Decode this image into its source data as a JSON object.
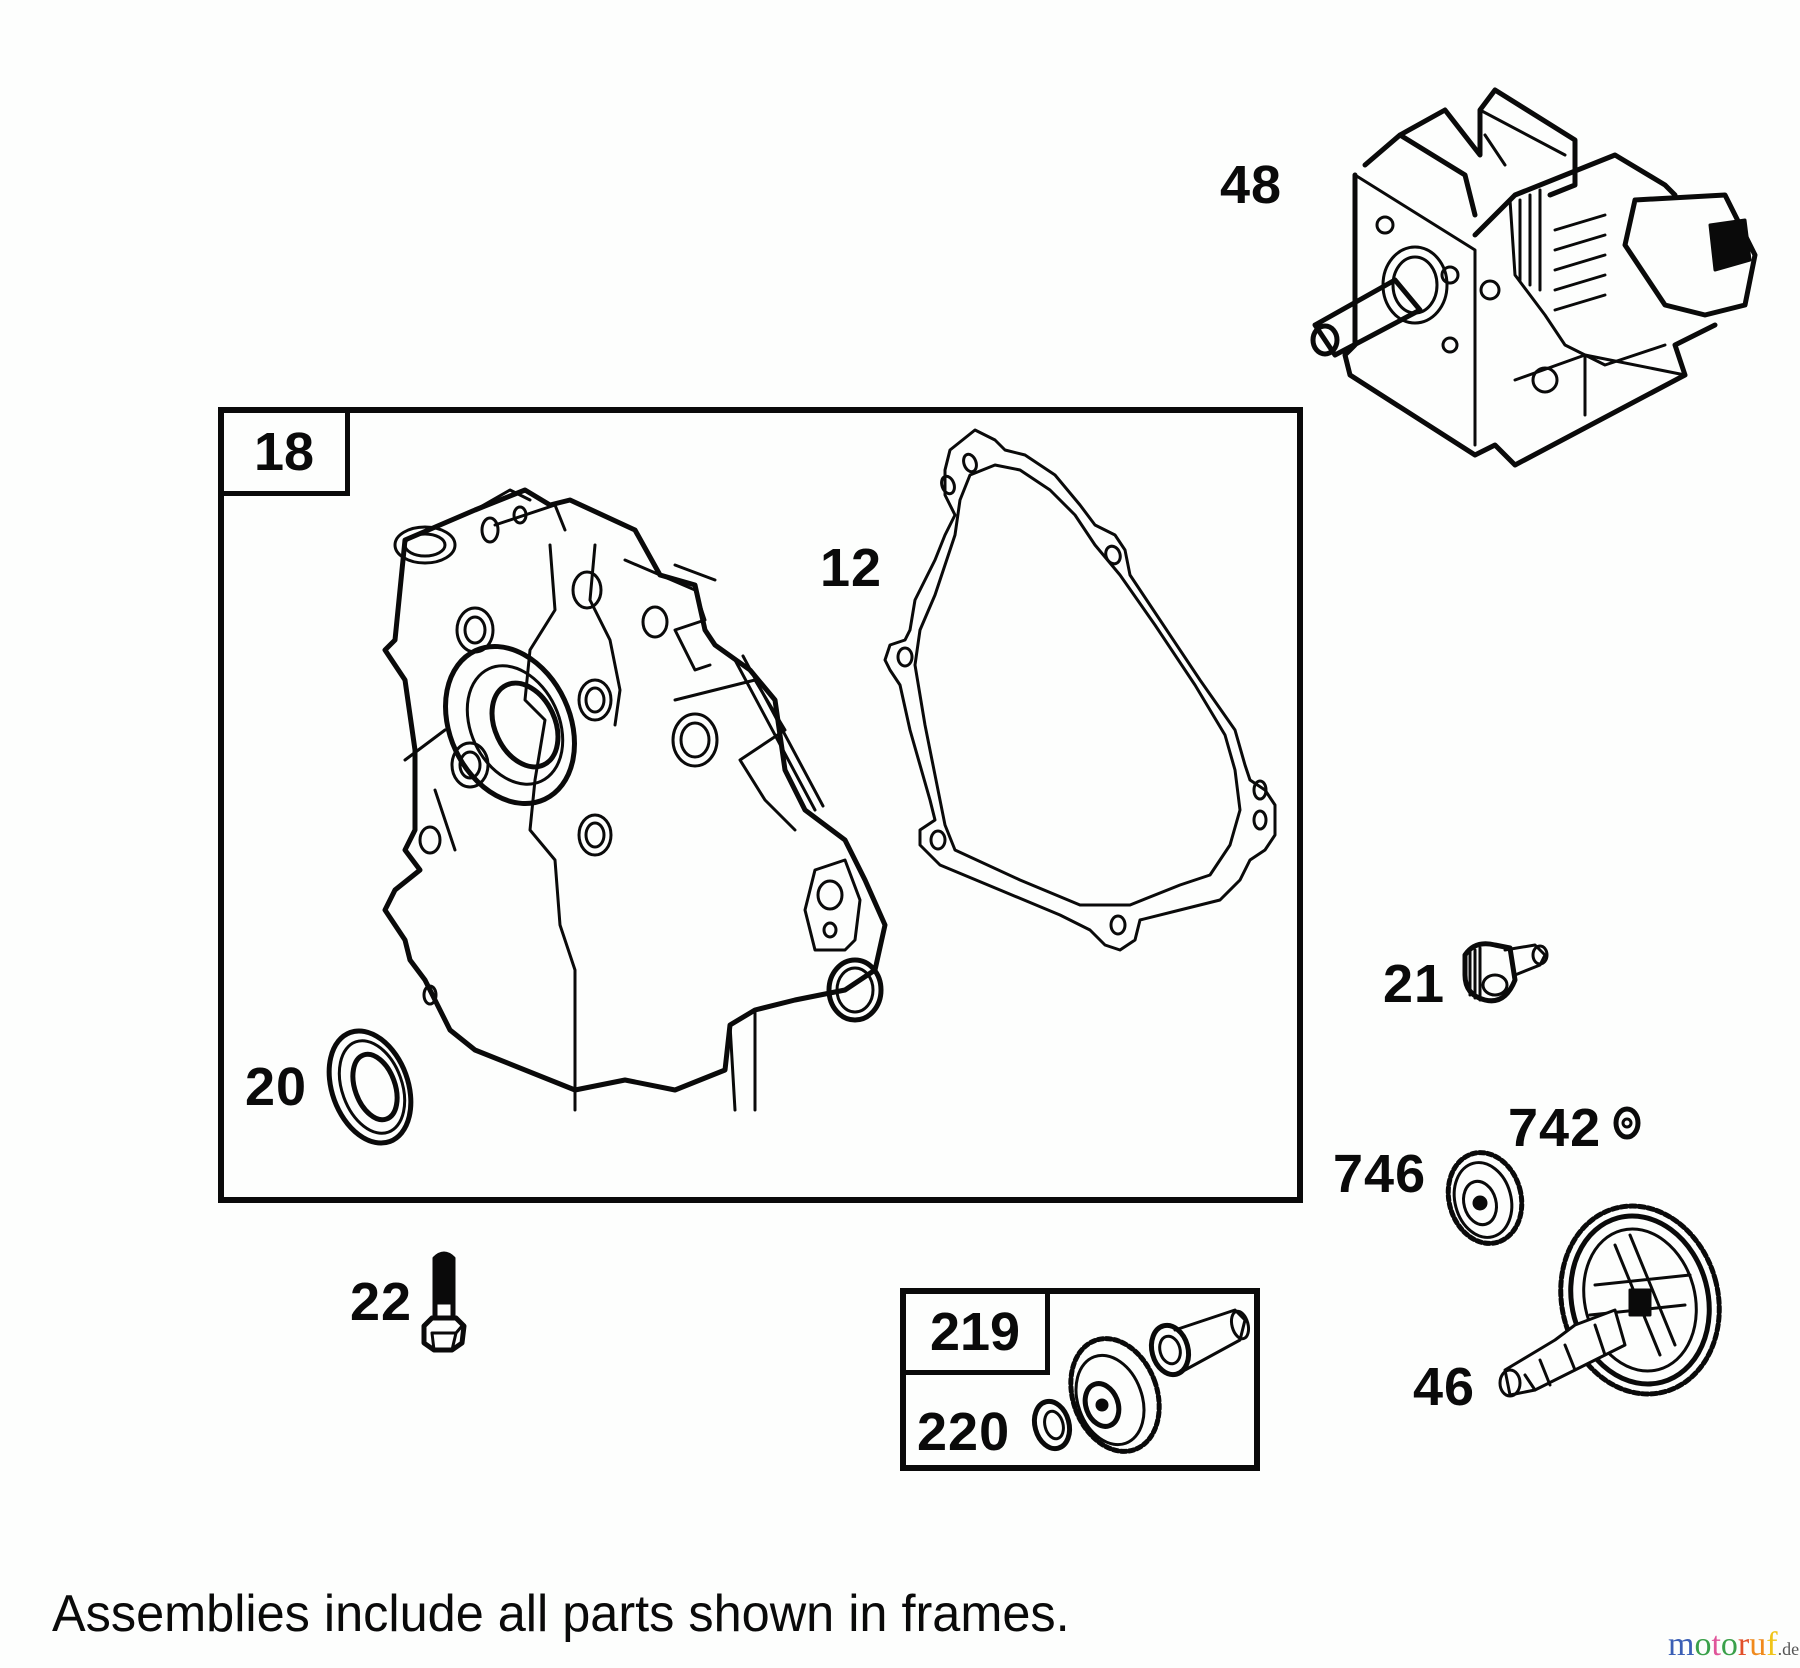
{
  "diagram": {
    "type": "exploded parts diagram",
    "caption": "Assemblies include all parts shown in frames.",
    "watermark": {
      "letters": [
        {
          "ch": "m",
          "color": "#3b5fb5"
        },
        {
          "ch": "o",
          "color": "#3aa04a"
        },
        {
          "ch": "t",
          "color": "#e0559a"
        },
        {
          "ch": "o",
          "color": "#3aa04a"
        },
        {
          "ch": "r",
          "color": "#e2502a"
        },
        {
          "ch": "u",
          "color": "#f08a1c"
        },
        {
          "ch": "f",
          "color": "#f0c419"
        }
      ],
      "suffix": ".de"
    },
    "frames": [
      {
        "id": "18",
        "label": "18",
        "contains": [
          "12",
          "20",
          "crankcase-cover"
        ]
      },
      {
        "id": "219",
        "label": "219",
        "contains": [
          "220",
          "governor-gear",
          "governor-shaft"
        ]
      }
    ],
    "callouts": {
      "p48": "48",
      "p12": "12",
      "p20": "20",
      "p22": "22",
      "p21": "21",
      "p742": "742",
      "p746": "746",
      "p46": "46",
      "p220": "220"
    },
    "parts": [
      {
        "number": "48",
        "name": "engine assembly"
      },
      {
        "number": "18",
        "name": "crankcase cover assembly"
      },
      {
        "number": "12",
        "name": "gasket"
      },
      {
        "number": "20",
        "name": "oil seal"
      },
      {
        "number": "22",
        "name": "bolt"
      },
      {
        "number": "21",
        "name": "plug"
      },
      {
        "number": "742",
        "name": "retainer"
      },
      {
        "number": "746",
        "name": "gear"
      },
      {
        "number": "46",
        "name": "camshaft"
      },
      {
        "number": "219",
        "name": "governor gear assembly"
      },
      {
        "number": "220",
        "name": "washer"
      }
    ]
  }
}
